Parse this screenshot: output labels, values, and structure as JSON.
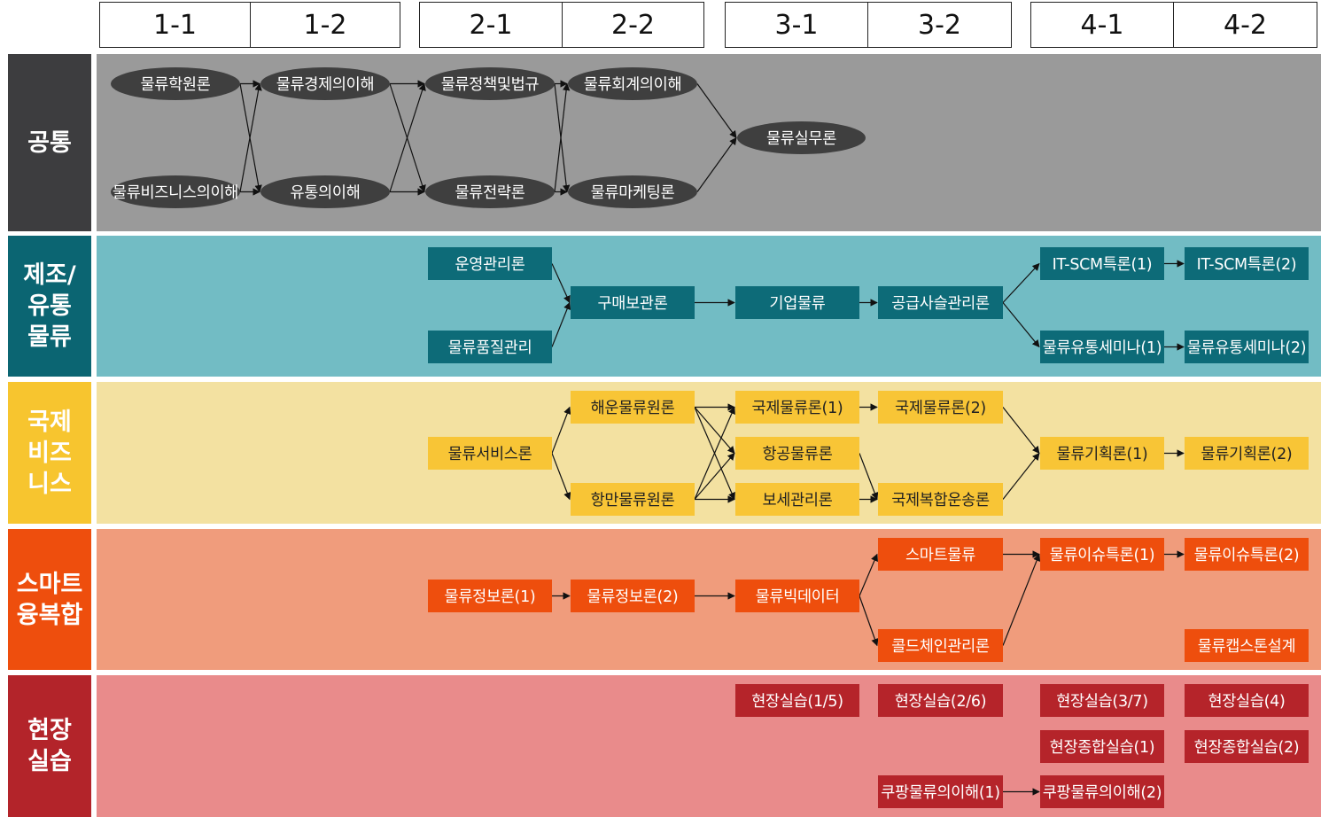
{
  "semesters": [
    "1-1",
    "1-2",
    "2-1",
    "2-2",
    "3-1",
    "3-2",
    "4-1",
    "4-2"
  ],
  "rows": [
    {
      "id": "common",
      "label": "공통",
      "color": "#3d3d3f",
      "bg": "#9a9a9a"
    },
    {
      "id": "manufacturing",
      "label": "제조/\n유통\n물류",
      "color": "#0b6572",
      "bg": "#72bcc4"
    },
    {
      "id": "international",
      "label": "국제\n비즈\n니스",
      "color": "#f7c52f",
      "bg": "#f3e1a1"
    },
    {
      "id": "smart",
      "label": "스마트\n융복합",
      "color": "#ee4e0d",
      "bg": "#f09c7c"
    },
    {
      "id": "field",
      "label": "현장\n실습",
      "color": "#b3242a",
      "bg": "#e98b8b"
    }
  ],
  "courses": {
    "c1": "물류학원론",
    "c2": "물류비즈니스의이해",
    "c3": "물류경제의이해",
    "c4": "유통의이해",
    "c5": "물류정책및법규",
    "c6": "물류전략론",
    "c7": "물류회계의이해",
    "c8": "물류마케팅론",
    "c9": "물류실무론",
    "m1": "운영관리론",
    "m2": "물류품질관리",
    "m3": "구매보관론",
    "m4": "기업물류",
    "m5": "공급사슬관리론",
    "m6": "IT-SCM특론(1)",
    "m7": "IT-SCM특론(2)",
    "m8": "물류유통세미나(1)",
    "m9": "물류유통세미나(2)",
    "i1": "물류서비스론",
    "i2": "해운물류원론",
    "i3": "항만물류원론",
    "i4": "국제물류론(1)",
    "i5": "항공물류론",
    "i6": "보세관리론",
    "i7": "국제물류론(2)",
    "i8": "국제복합운송론",
    "i9": "물류기획론(1)",
    "i10": "물류기획론(2)",
    "s1": "물류정보론(1)",
    "s2": "물류정보론(2)",
    "s3": "물류빅데이터",
    "s4": "스마트물류",
    "s5": "콜드체인관리론",
    "s6": "물류이슈특론(1)",
    "s7": "물류이슈특론(2)",
    "s8": "물류캡스톤설계",
    "f1": "현장실습(1/5)",
    "f2": "현장실습(2/6)",
    "f3": "현장실습(3/7)",
    "f4": "현장실습(4)",
    "f5": "현장종합실습(1)",
    "f6": "현장종합실습(2)",
    "f7": "쿠팡물류의이해(1)",
    "f8": "쿠팡물류의이해(2)"
  },
  "edges": [
    [
      "c1",
      "c3"
    ],
    [
      "c1",
      "c4"
    ],
    [
      "c2",
      "c3"
    ],
    [
      "c2",
      "c4"
    ],
    [
      "c3",
      "c5"
    ],
    [
      "c3",
      "c6"
    ],
    [
      "c4",
      "c5"
    ],
    [
      "c4",
      "c6"
    ],
    [
      "c5",
      "c7"
    ],
    [
      "c5",
      "c8"
    ],
    [
      "c6",
      "c7"
    ],
    [
      "c6",
      "c8"
    ],
    [
      "c7",
      "c9"
    ],
    [
      "c8",
      "c9"
    ],
    [
      "m1",
      "m3"
    ],
    [
      "m2",
      "m3"
    ],
    [
      "m3",
      "m4"
    ],
    [
      "m4",
      "m5"
    ],
    [
      "m5",
      "m6"
    ],
    [
      "m5",
      "m8"
    ],
    [
      "m6",
      "m7"
    ],
    [
      "m8",
      "m9"
    ],
    [
      "i1",
      "i2"
    ],
    [
      "i1",
      "i3"
    ],
    [
      "i2",
      "i4"
    ],
    [
      "i2",
      "i5"
    ],
    [
      "i2",
      "i6"
    ],
    [
      "i3",
      "i4"
    ],
    [
      "i3",
      "i5"
    ],
    [
      "i3",
      "i6"
    ],
    [
      "i4",
      "i7"
    ],
    [
      "i5",
      "i8"
    ],
    [
      "i6",
      "i8"
    ],
    [
      "i7",
      "i9"
    ],
    [
      "i8",
      "i9"
    ],
    [
      "i9",
      "i10"
    ],
    [
      "s1",
      "s2"
    ],
    [
      "s2",
      "s3"
    ],
    [
      "s3",
      "s4"
    ],
    [
      "s3",
      "s5"
    ],
    [
      "s4",
      "s6"
    ],
    [
      "s5",
      "s6"
    ],
    [
      "s6",
      "s7"
    ],
    [
      "f7",
      "f8"
    ]
  ]
}
